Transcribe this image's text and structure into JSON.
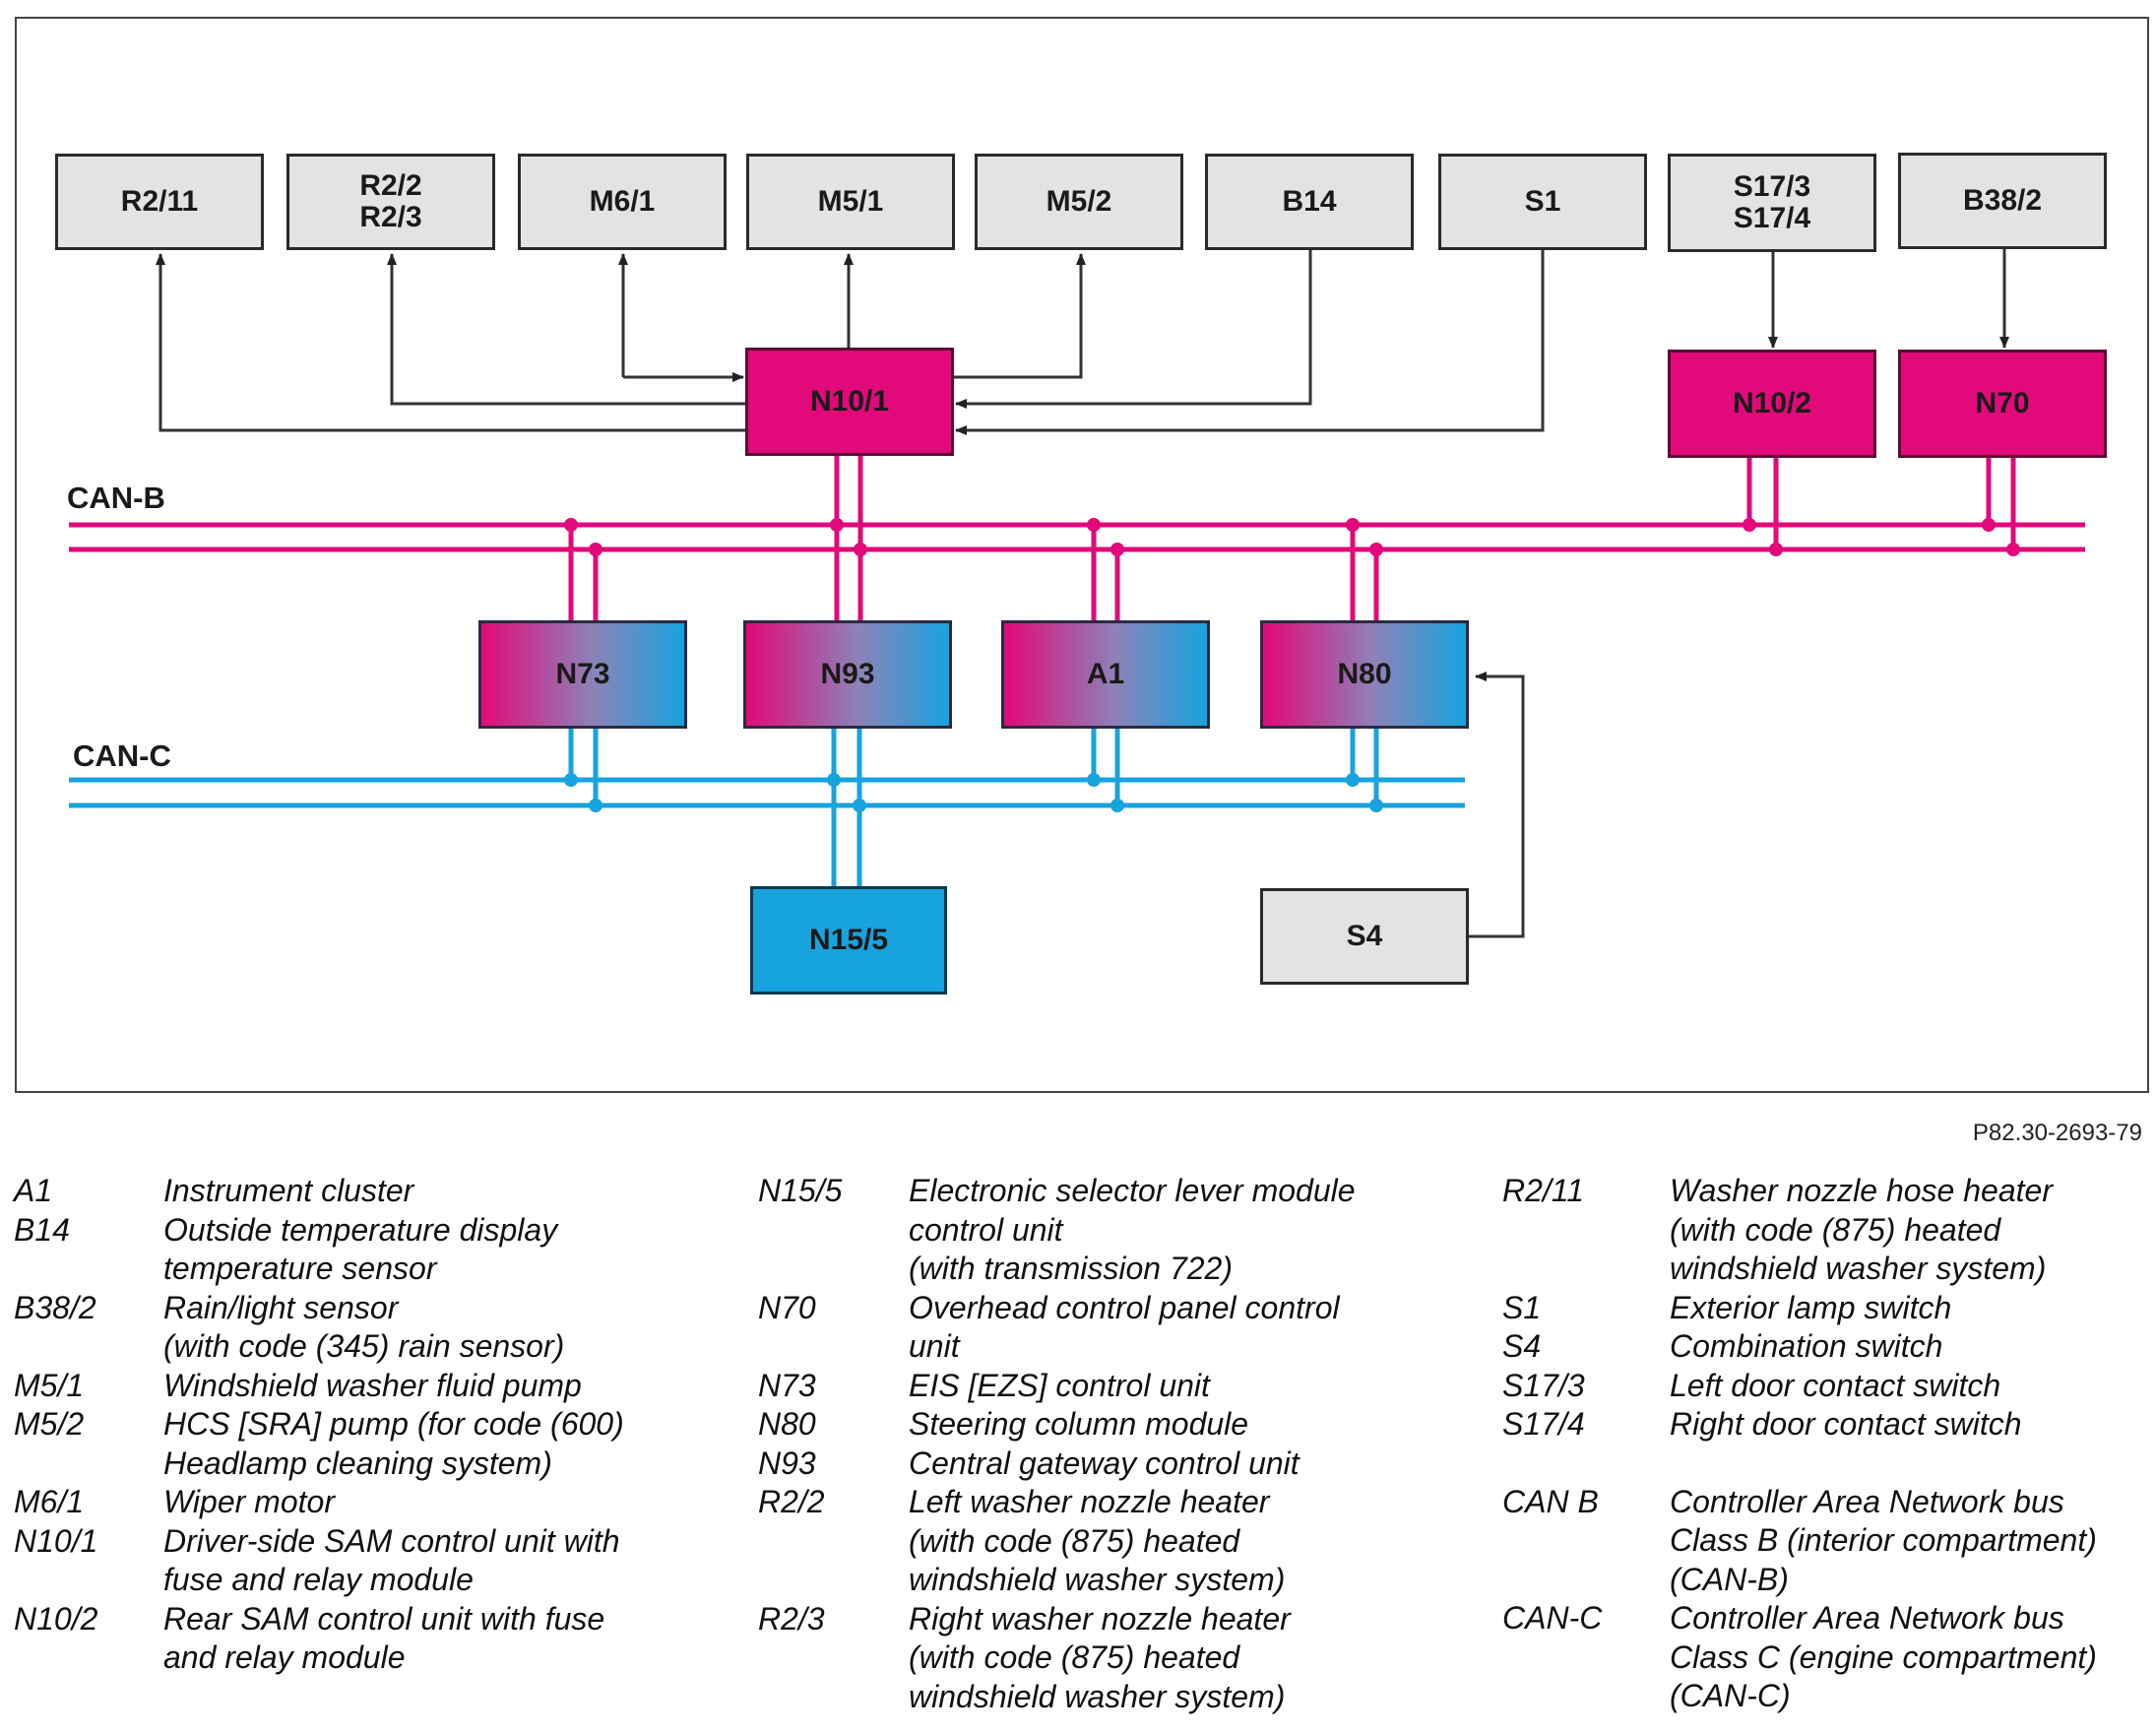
{
  "diagram": {
    "boxes": {
      "r2_11": "R2/11",
      "r2_2_r2_3": [
        "R2/2",
        "R2/3"
      ],
      "m6_1": "M6/1",
      "m5_1": "M5/1",
      "m5_2": "M5/2",
      "b14": "B14",
      "s1": "S1",
      "s17": [
        "S17/3",
        "S17/4"
      ],
      "b38_2": "B38/2",
      "n10_1": "N10/1",
      "n10_2": "N10/2",
      "n70": "N70",
      "n73": "N73",
      "n93": "N93",
      "a1": "A1",
      "n80": "N80",
      "n15_5": "N15/5",
      "s4": "S4"
    },
    "bus_b_label": "CAN-B",
    "bus_c_label": "CAN-C",
    "colors": {
      "can_b": "#e2097a",
      "can_c": "#17a3de",
      "signal_line": "#333333"
    }
  },
  "figure_ref": "P82.30-2693-79",
  "legend": {
    "col1": [
      {
        "code": "A1",
        "desc": "Instrument cluster"
      },
      {
        "code": "B14",
        "desc": "Outside temperature display\ntemperature sensor"
      },
      {
        "code": "B38/2",
        "desc": "Rain/light sensor\n(with code (345) rain sensor)"
      },
      {
        "code": "M5/1",
        "desc": "Windshield washer fluid pump"
      },
      {
        "code": "M5/2",
        "desc": "HCS [SRA] pump (for code (600)\nHeadlamp cleaning system)"
      },
      {
        "code": "M6/1",
        "desc": "Wiper motor"
      },
      {
        "code": "N10/1",
        "desc": "Driver-side SAM control unit with\nfuse and relay module"
      },
      {
        "code": "N10/2",
        "desc": "Rear SAM control unit with fuse\nand relay module"
      }
    ],
    "col2": [
      {
        "code": "N15/5",
        "desc": "Electronic selector lever module\ncontrol unit\n(with transmission 722)"
      },
      {
        "code": "N70",
        "desc": "Overhead control panel control\nunit"
      },
      {
        "code": "N73",
        "desc": "EIS [EZS] control unit"
      },
      {
        "code": "N80",
        "desc": "Steering column module"
      },
      {
        "code": "N93",
        "desc": "Central gateway control unit"
      },
      {
        "code": "R2/2",
        "desc": "Left washer nozzle heater\n(with code (875) heated\nwindshield washer system)"
      },
      {
        "code": "R2/3",
        "desc": "Right washer nozzle heater\n(with code (875) heated\nwindshield washer system)"
      }
    ],
    "col3": [
      {
        "code": "R2/11",
        "desc": "Washer nozzle hose heater\n(with code (875) heated\nwindshield washer system)"
      },
      {
        "code": "S1",
        "desc": "Exterior lamp switch"
      },
      {
        "code": "S4",
        "desc": "Combination switch"
      },
      {
        "code": "S17/3",
        "desc": "Left door contact switch"
      },
      {
        "code": "S17/4",
        "desc": "Right door contact switch"
      },
      {
        "code": "CAN B",
        "desc": "Controller Area Network bus\nClass B (interior compartment)\n(CAN-B)"
      },
      {
        "code": "CAN-C",
        "desc": "Controller Area Network bus\nClass C (engine compartment)\n(CAN-C)"
      }
    ]
  }
}
